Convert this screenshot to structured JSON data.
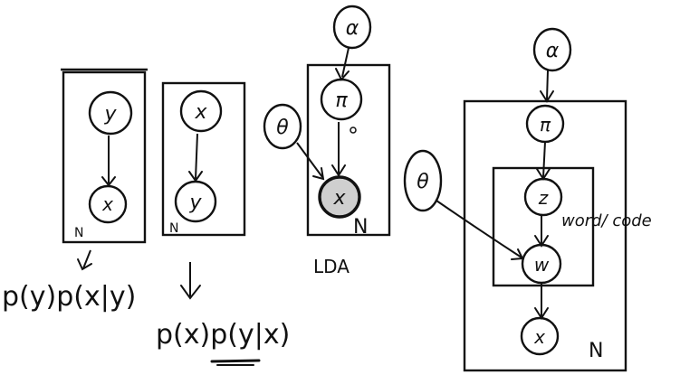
{
  "diagram_1": {
    "nodes": {
      "y": "y",
      "x": "x"
    },
    "plate_label": "N",
    "formula": "p(y)p(x|y)"
  },
  "diagram_2": {
    "nodes": {
      "x": "x",
      "y": "y"
    },
    "plate_label": "N",
    "formula": "p(x)p(y|x)"
  },
  "diagram_lda": {
    "nodes": {
      "alpha": "α",
      "pi": "π",
      "theta": "θ",
      "x": "x"
    },
    "plate_label": "N",
    "caption": "LDA"
  },
  "diagram_4": {
    "nodes": {
      "alpha": "α",
      "pi": "π",
      "theta": "θ",
      "z": "z",
      "w": "w",
      "x": "x"
    },
    "inner_plate_label": "word/ code",
    "outer_plate_label": "N"
  }
}
